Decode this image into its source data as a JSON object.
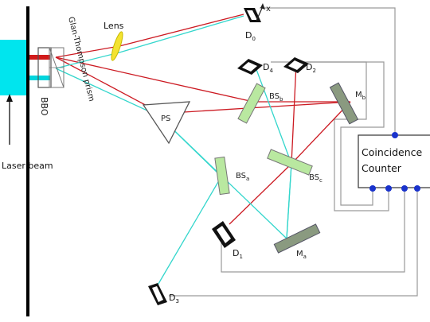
{
  "labels": {
    "lens": "Lens",
    "bbo": "BBO",
    "glan_thompson": "Glan-Thompson prism",
    "laser_beam": "Laser beam",
    "ps": "PS",
    "x_axis": "x",
    "d0": {
      "main": "D",
      "sub": "0"
    },
    "d1": {
      "main": "D",
      "sub": "1"
    },
    "d2": {
      "main": "D",
      "sub": "2"
    },
    "d3": {
      "main": "D",
      "sub": "3"
    },
    "d4": {
      "main": "D",
      "sub": "4"
    },
    "bsa": {
      "main": "BS",
      "sub": "a"
    },
    "bsb": {
      "main": "BS",
      "sub": "b"
    },
    "bsc": {
      "main": "BS",
      "sub": "c"
    },
    "ma": {
      "main": "M",
      "sub": "a"
    },
    "mb": {
      "main": "M",
      "sub": "b"
    }
  },
  "counter": {
    "line1": "Coincidence",
    "line2": "Counter"
  },
  "colors": {
    "laser": "#00e5ee",
    "red_beam": "#cc1a22",
    "cyan_beam": "#33d6cc",
    "splitter": "#b9e8a0",
    "mirror": "#8a9a80",
    "wire": "#999999",
    "port": "#1a33cc"
  }
}
